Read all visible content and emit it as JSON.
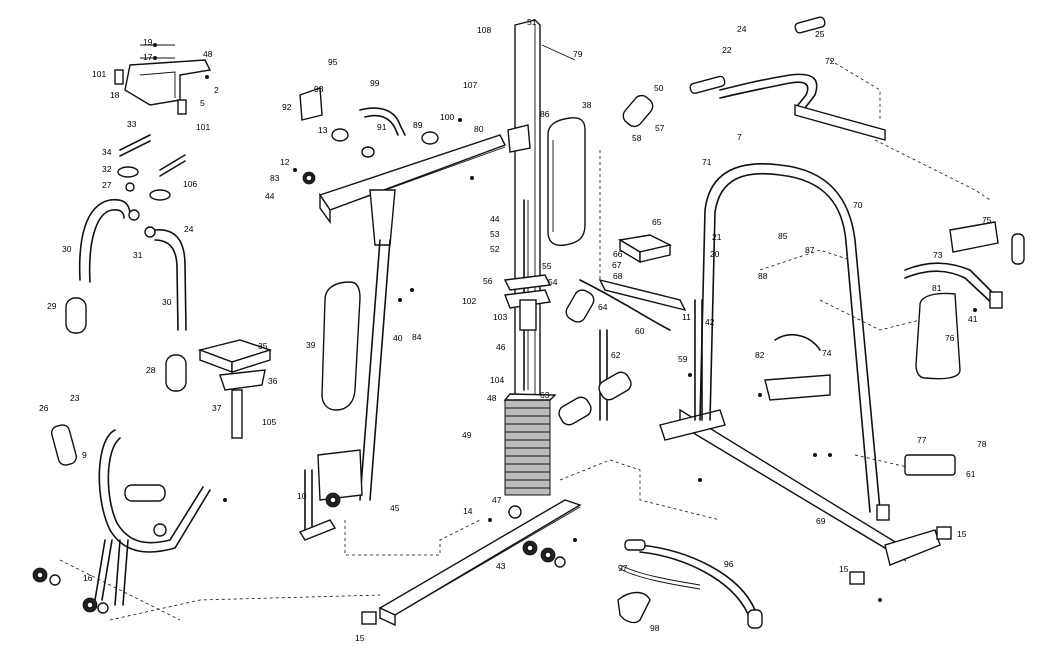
{
  "diagram": {
    "callouts": [
      {
        "id": "c-108a",
        "text": "108"
      },
      {
        "id": "c-51a",
        "text": "51"
      },
      {
        "id": "c-79",
        "text": "79"
      },
      {
        "id": "c-19a",
        "text": "19"
      },
      {
        "id": "c-17a",
        "text": "17"
      },
      {
        "id": "c-48",
        "text": "48"
      },
      {
        "id": "c-101a",
        "text": "101"
      },
      {
        "id": "c-18a",
        "text": "18"
      },
      {
        "id": "c-2a",
        "text": "2"
      },
      {
        "id": "c-5a",
        "text": "5"
      },
      {
        "id": "c-101b",
        "text": "101"
      },
      {
        "id": "c-95",
        "text": "95"
      },
      {
        "id": "c-92",
        "text": "92"
      },
      {
        "id": "c-93",
        "text": "93"
      },
      {
        "id": "c-99",
        "text": "99"
      },
      {
        "id": "c-91",
        "text": "91"
      },
      {
        "id": "c-80a",
        "text": "80"
      },
      {
        "id": "c-107",
        "text": "107"
      },
      {
        "id": "c-100a",
        "text": "100"
      },
      {
        "id": "c-89",
        "text": "89"
      },
      {
        "id": "c-12a",
        "text": "12"
      },
      {
        "id": "c-13a",
        "text": "13"
      },
      {
        "id": "c-83",
        "text": "83"
      },
      {
        "id": "c-44a",
        "text": "44"
      },
      {
        "id": "c-86",
        "text": "86"
      },
      {
        "id": "c-38a",
        "text": "38"
      },
      {
        "id": "c-33a",
        "text": "33"
      },
      {
        "id": "c-34a",
        "text": "34"
      },
      {
        "id": "c-106a",
        "text": "106"
      },
      {
        "id": "c-32a",
        "text": "32"
      },
      {
        "id": "c-27a",
        "text": "27"
      },
      {
        "id": "c-30a",
        "text": "30"
      },
      {
        "id": "c-24a",
        "text": "24"
      },
      {
        "id": "c-31",
        "text": "31"
      },
      {
        "id": "c-29",
        "text": "29"
      },
      {
        "id": "c-30b",
        "text": "30"
      },
      {
        "id": "c-28",
        "text": "28"
      },
      {
        "id": "c-35",
        "text": "35"
      },
      {
        "id": "c-36",
        "text": "36"
      },
      {
        "id": "c-37a",
        "text": "37"
      },
      {
        "id": "c-105",
        "text": "105"
      },
      {
        "id": "c-39",
        "text": "39"
      },
      {
        "id": "c-40a",
        "text": "40"
      },
      {
        "id": "c-84a",
        "text": "84"
      },
      {
        "id": "c-44b",
        "text": "44"
      },
      {
        "id": "c-53a",
        "text": "53"
      },
      {
        "id": "c-52",
        "text": "52"
      },
      {
        "id": "c-56",
        "text": "56"
      },
      {
        "id": "c-54",
        "text": "54"
      },
      {
        "id": "c-102",
        "text": "102"
      },
      {
        "id": "c-103",
        "text": "103"
      },
      {
        "id": "c-46",
        "text": "46"
      },
      {
        "id": "c-104",
        "text": "104"
      },
      {
        "id": "c-48b",
        "text": "48"
      },
      {
        "id": "c-49",
        "text": "49"
      },
      {
        "id": "c-55a",
        "text": "55"
      },
      {
        "id": "c-47",
        "text": "47"
      },
      {
        "id": "c-43",
        "text": "43"
      },
      {
        "id": "c-14",
        "text": "14"
      },
      {
        "id": "c-50a",
        "text": "50"
      },
      {
        "id": "c-57a",
        "text": "57"
      },
      {
        "id": "c-58",
        "text": "58"
      },
      {
        "id": "c-24b",
        "text": "24"
      },
      {
        "id": "c-72",
        "text": "72"
      },
      {
        "id": "c-25a",
        "text": "25"
      },
      {
        "id": "c-22a",
        "text": "22"
      },
      {
        "id": "c-71",
        "text": "71"
      },
      {
        "id": "c-70",
        "text": "70"
      },
      {
        "id": "c-7",
        "text": "7"
      },
      {
        "id": "c-65",
        "text": "65"
      },
      {
        "id": "c-21",
        "text": "21"
      },
      {
        "id": "c-20",
        "text": "20"
      },
      {
        "id": "c-75",
        "text": "75"
      },
      {
        "id": "c-73",
        "text": "73"
      },
      {
        "id": "c-76",
        "text": "76"
      },
      {
        "id": "c-74",
        "text": "74"
      },
      {
        "id": "c-69",
        "text": "69"
      },
      {
        "id": "c-78",
        "text": "78"
      },
      {
        "id": "c-77",
        "text": "77"
      },
      {
        "id": "c-61",
        "text": "61"
      },
      {
        "id": "c-15a",
        "text": "15"
      },
      {
        "id": "c-15b",
        "text": "15"
      },
      {
        "id": "c-15c",
        "text": "15"
      },
      {
        "id": "c-66",
        "text": "66"
      },
      {
        "id": "c-67",
        "text": "67"
      },
      {
        "id": "c-68",
        "text": "68"
      },
      {
        "id": "c-23",
        "text": "23"
      },
      {
        "id": "c-26",
        "text": "26"
      },
      {
        "id": "c-9",
        "text": "9"
      },
      {
        "id": "c-10",
        "text": "10"
      },
      {
        "id": "c-45",
        "text": "45"
      },
      {
        "id": "c-16",
        "text": "16"
      },
      {
        "id": "c-59",
        "text": "59"
      },
      {
        "id": "c-82",
        "text": "82"
      },
      {
        "id": "c-62",
        "text": "62"
      },
      {
        "id": "c-63",
        "text": "63"
      },
      {
        "id": "c-64",
        "text": "64"
      },
      {
        "id": "c-60",
        "text": "60"
      },
      {
        "id": "c-11",
        "text": "11"
      },
      {
        "id": "c-87",
        "text": "87"
      },
      {
        "id": "c-85",
        "text": "85"
      },
      {
        "id": "c-88",
        "text": "88"
      },
      {
        "id": "c-81",
        "text": "81"
      },
      {
        "id": "c-41",
        "text": "41"
      },
      {
        "id": "c-42",
        "text": "42"
      },
      {
        "id": "c-97",
        "text": "97"
      },
      {
        "id": "c-96",
        "text": "96"
      },
      {
        "id": "c-98",
        "text": "98"
      }
    ]
  }
}
